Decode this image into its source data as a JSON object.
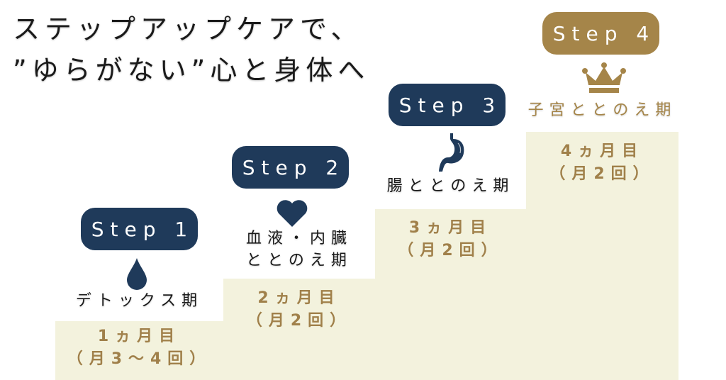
{
  "title": {
    "line1": "ステップアップケアで、",
    "line2": "”ゆらがない”心と身体へ"
  },
  "colors": {
    "navy": "#1f3a5a",
    "gold": "#a58549",
    "stair": "#f3f2dd",
    "duration_text": "#a0804a"
  },
  "steps": [
    {
      "label": "Step 1",
      "icon": "water-drop-icon",
      "phase": "デトックス期",
      "duration": "1ヵ月目",
      "frequency": "（月3～4回）"
    },
    {
      "label": "Step 2",
      "icon": "heart-icon",
      "phase": "血液・内臓",
      "phase2": "ととのえ期",
      "duration": "2ヵ月目",
      "frequency": "（月2回）"
    },
    {
      "label": "Step 3",
      "icon": "stomach-icon",
      "phase": "腸ととのえ期",
      "duration": "3ヵ月目",
      "frequency": "（月2回）"
    },
    {
      "label": "Step 4",
      "icon": "crown-icon",
      "phase": "子宮ととのえ期",
      "duration": "4ヵ月目",
      "frequency": "（月2回）"
    }
  ]
}
